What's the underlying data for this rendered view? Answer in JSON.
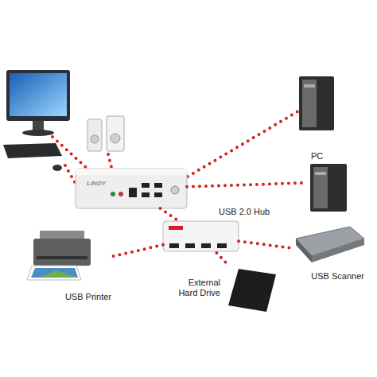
{
  "diagram": {
    "nodes": [
      {
        "text": [
          "PC"
        ]
      },
      {
        "text": [
          "LINDY"
        ]
      },
      {
        "text": [
          "USB 2.0 Hub"
        ]
      },
      {
        "text": [
          "USB Scanner"
        ]
      },
      {
        "text": [
          "USB Printer"
        ]
      },
      {
        "text": [
          "External Hard Drive"
        ]
      }
    ],
    "edges": [
      {
        "from": 1,
        "to": 0,
        "arrow": "none"
      },
      {
        "from": 1,
        "to": 2,
        "arrow": "none"
      },
      {
        "from": 2,
        "to": 3,
        "arrow": "none"
      },
      {
        "from": 2,
        "to": 4,
        "arrow": "none"
      },
      {
        "from": 2,
        "to": 5,
        "arrow": "none"
      }
    ]
  }
}
